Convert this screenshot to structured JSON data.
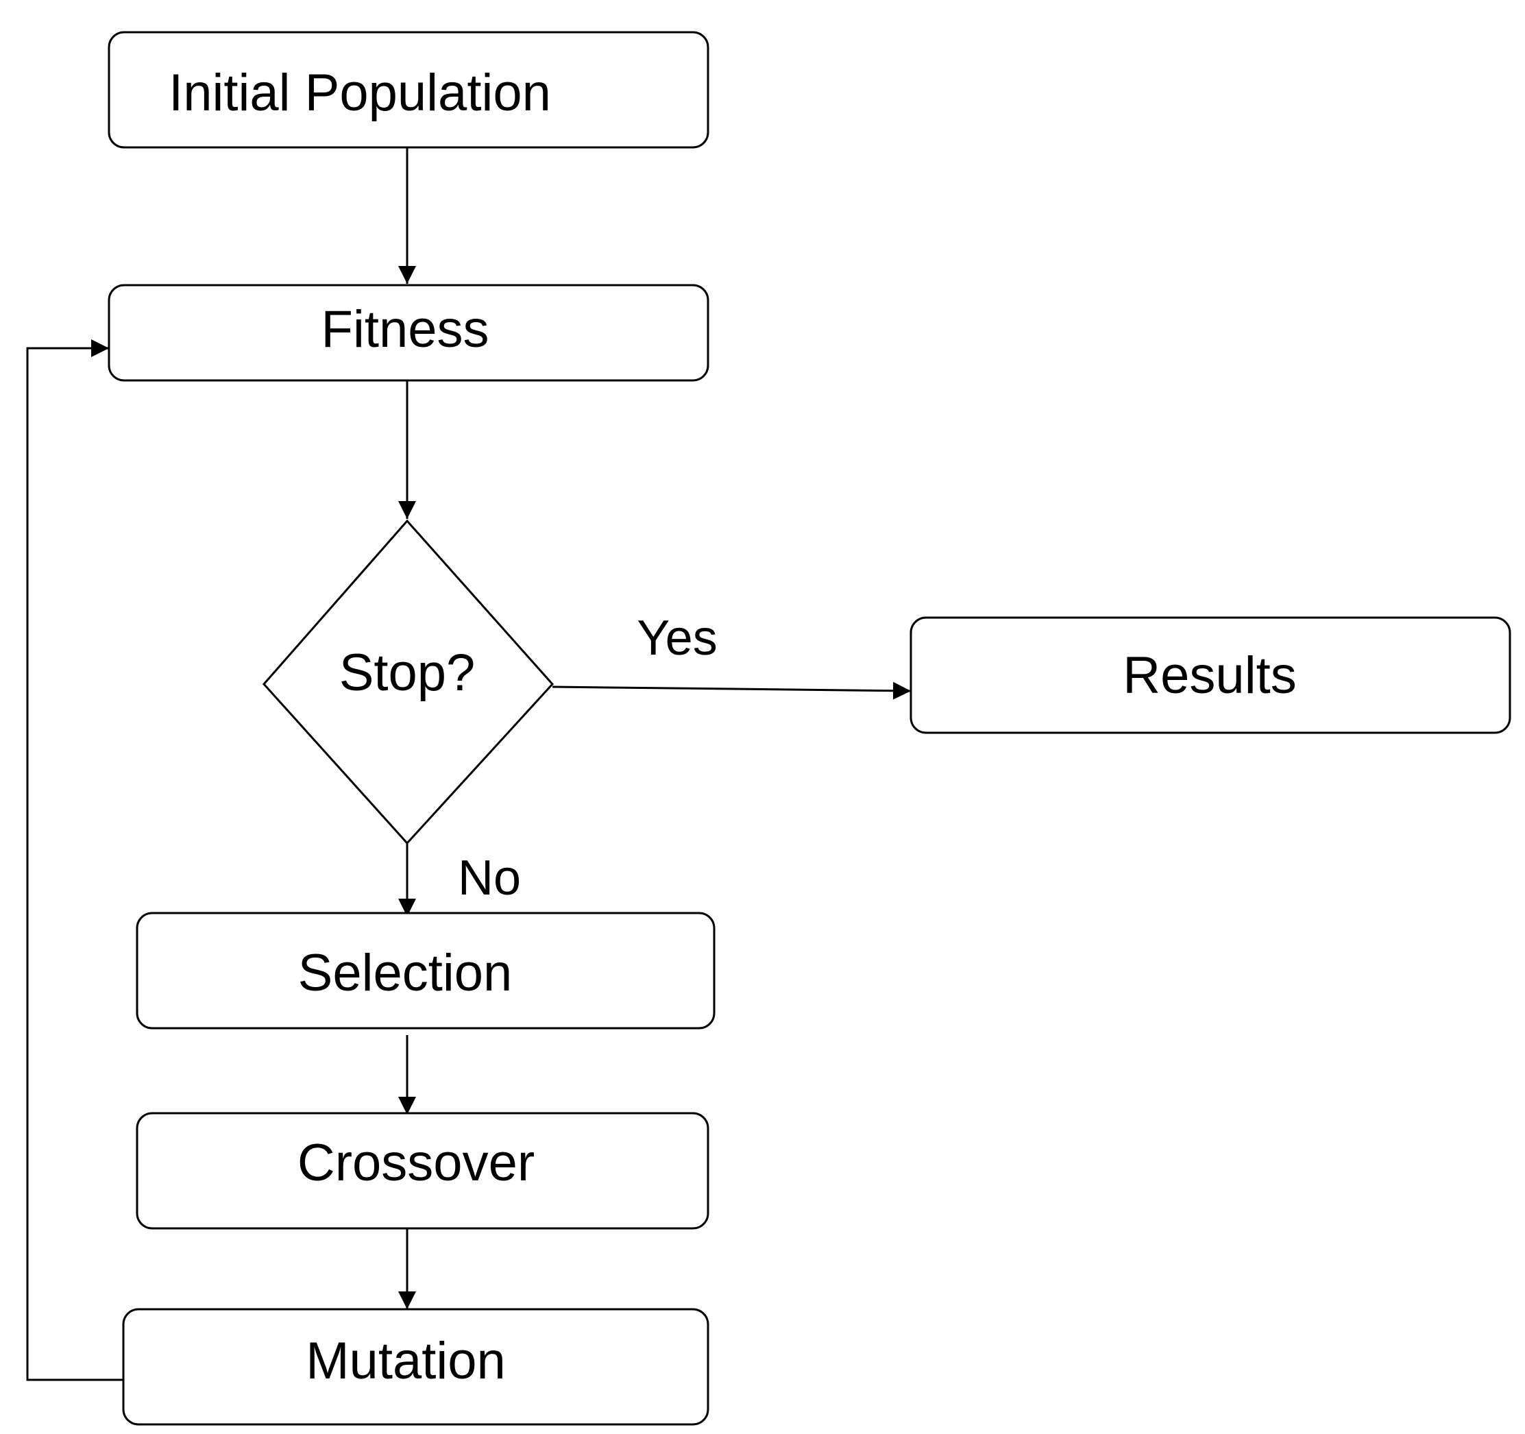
{
  "diagram": {
    "nodes": {
      "initial_population": "Initial Population",
      "fitness": "Fitness",
      "stop": "Stop?",
      "results": "Results",
      "selection": "Selection",
      "crossover": "Crossover",
      "mutation": "Mutation"
    },
    "edge_labels": {
      "yes": "Yes",
      "no": "No"
    },
    "colors": {
      "stroke": "#000000",
      "fill": "#ffffff"
    }
  }
}
